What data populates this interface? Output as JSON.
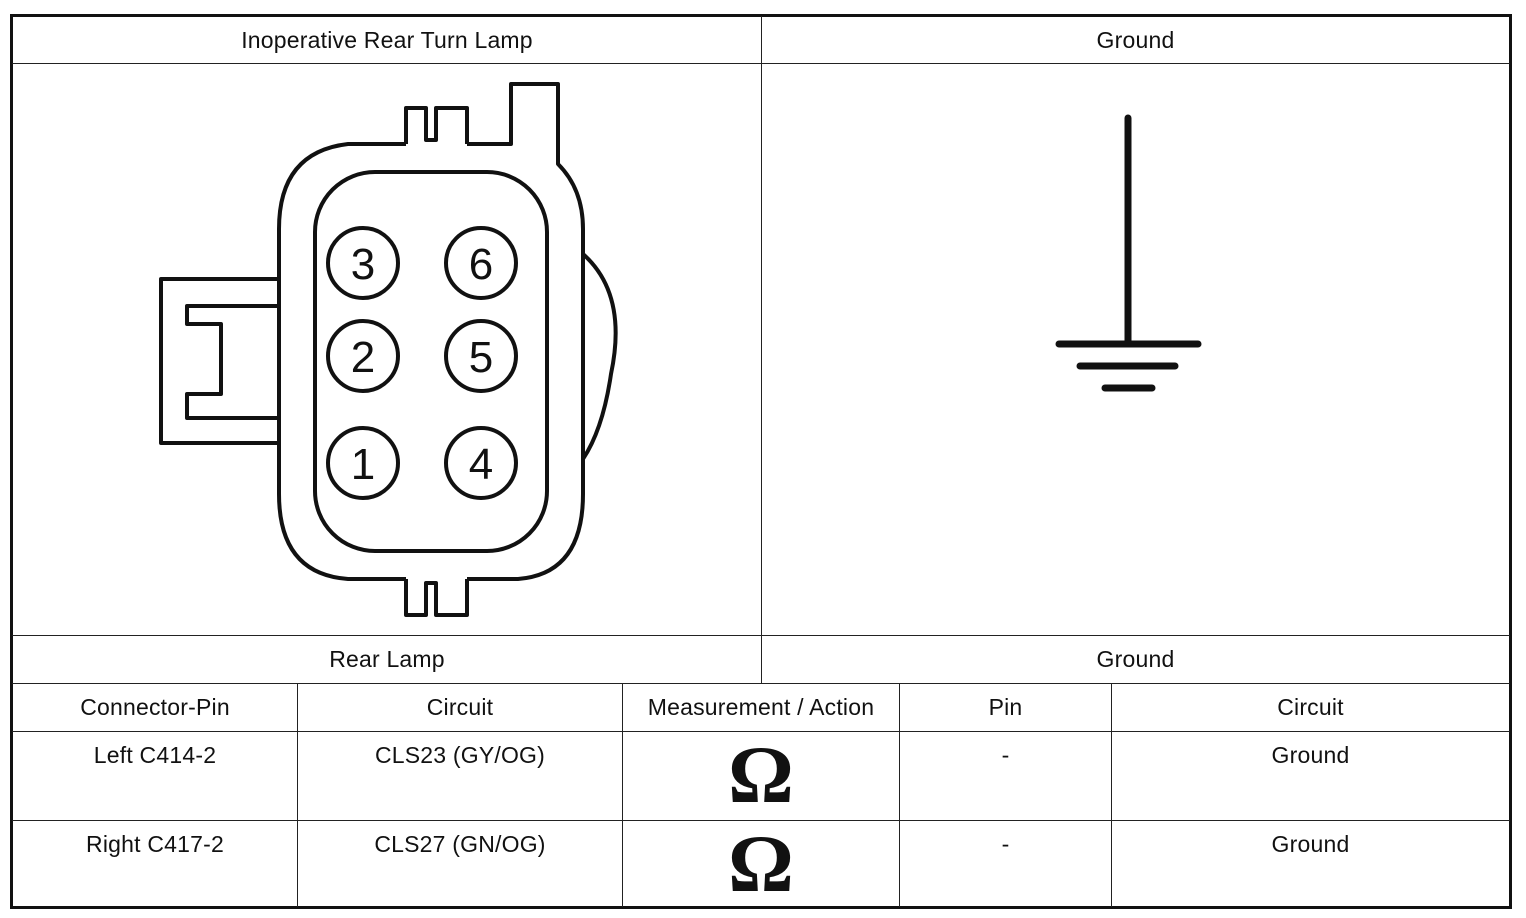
{
  "top": {
    "left_title": "Inoperative Rear Turn Lamp",
    "right_title": "Ground"
  },
  "connector": {
    "pins": [
      "3",
      "6",
      "2",
      "5",
      "1",
      "4"
    ]
  },
  "section": {
    "left_label": "Rear Lamp",
    "right_label": "Ground"
  },
  "table": {
    "headers": [
      "Connector-Pin",
      "Circuit",
      "Measurement / Action",
      "Pin",
      "Circuit"
    ],
    "rows": [
      {
        "connector_pin": "Left C414-2",
        "circuit": "CLS23 (GY/OG)",
        "measurement": "Ω",
        "pin": "-",
        "circuit2": "Ground"
      },
      {
        "connector_pin": "Right C417-2",
        "circuit": "CLS27 (GN/OG)",
        "measurement": "Ω",
        "pin": "-",
        "circuit2": "Ground"
      }
    ]
  }
}
